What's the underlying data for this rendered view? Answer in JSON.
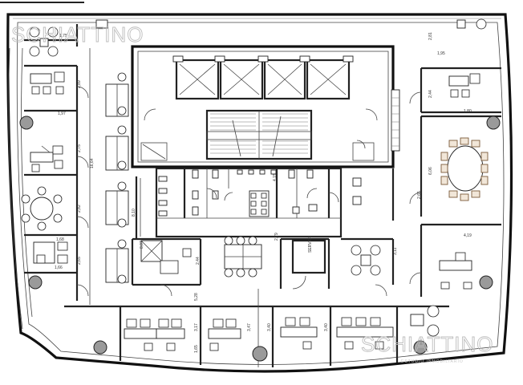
{
  "watermark": {
    "brand": "SCHIATTINO",
    "brand_bottom": "SCHIATTINO",
    "tagline": "ESTUDIO INMOBILIARIO"
  },
  "rooms": {
    "server_label": "SERVER"
  },
  "dimensions": {
    "d1": "1,75",
    "d2": "1,97",
    "d3": "2,89",
    "d4": "2,75",
    "d5": "1,68",
    "d6": "2,82",
    "d7": "2,65",
    "d8": "1,66",
    "d9": "16,64",
    "d10": "8,10",
    "d11": "8,07",
    "d12": "2,44",
    "d13": "5,28",
    "d14": "3,17",
    "d15": "1,65",
    "d16": "3,40",
    "d17": "3,47",
    "d18": "3,40",
    "d19": "4,15",
    "d20": "2,79",
    "d21": "2,65",
    "d22": "3,11",
    "d23": "2,44",
    "d24": "2,81",
    "d25": "1,95",
    "d26": "1,80",
    "d27": "6,06",
    "d28": "4,19"
  }
}
